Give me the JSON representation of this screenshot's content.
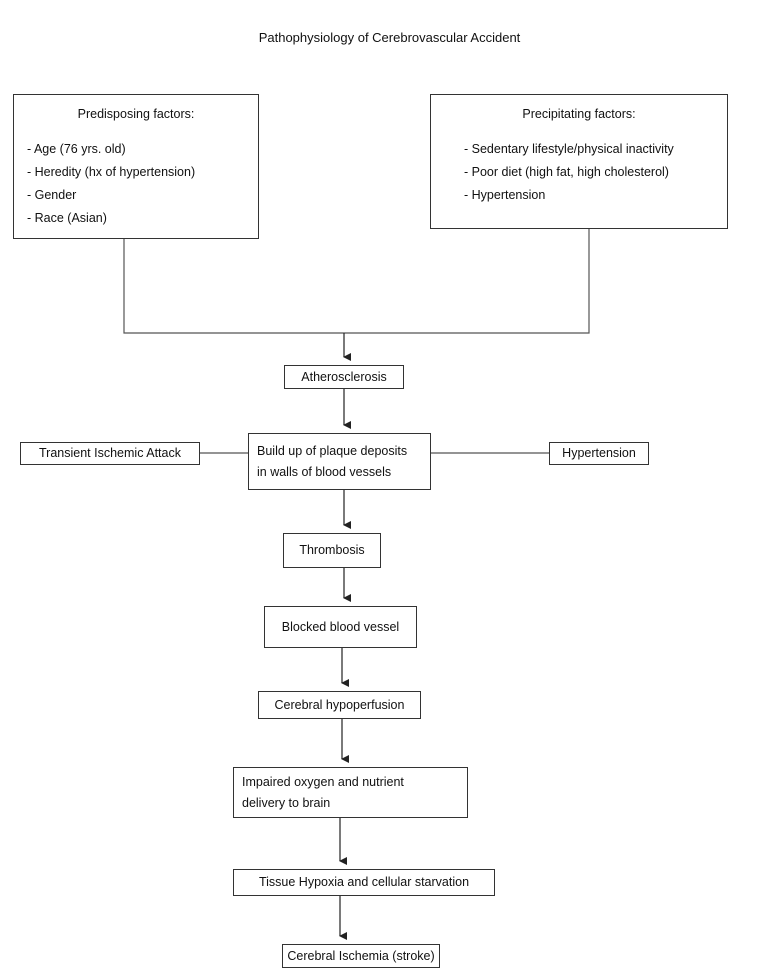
{
  "title": "Pathophysiology of Cerebrovascular Accident",
  "predisposing": {
    "header": "Predisposing factors:",
    "items": [
      "- Age (76 yrs. old)",
      "- Heredity (hx of hypertension)",
      "- Gender",
      "- Race (Asian)"
    ]
  },
  "precipitating": {
    "header": "Precipitating factors:",
    "items": [
      "- Sedentary lifestyle/physical inactivity",
      "- Poor diet (high fat, high cholesterol)",
      "- Hypertension"
    ]
  },
  "nodes": {
    "atherosclerosis": "Atherosclerosis",
    "plaque_line1": "Build up of plaque deposits",
    "plaque_line2": "in walls of blood vessels",
    "tia": "Transient Ischemic Attack",
    "hypertension": "Hypertension",
    "thrombosis": "Thrombosis",
    "blocked": "Blocked blood vessel",
    "hypoperfusion": "Cerebral hypoperfusion",
    "impaired_line1": "Impaired oxygen and nutrient",
    "impaired_line2": "delivery to brain",
    "hypoxia": "Tissue Hypoxia and cellular starvation",
    "ischemia": "Cerebral Ischemia (stroke)"
  }
}
